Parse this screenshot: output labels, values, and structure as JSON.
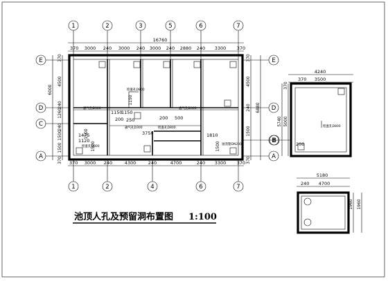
{
  "title": "池顶人孔及预留洞布置图",
  "scale": "1:100",
  "axes": {
    "top": [
      "1",
      "2",
      "3",
      "5",
      "6",
      "7"
    ],
    "bottom": [
      "1",
      "2",
      "4",
      "6",
      "7"
    ],
    "left": [
      "E",
      "D",
      "C",
      "A"
    ],
    "right": [
      "E",
      "D",
      "B",
      "A"
    ],
    "detail_right": [
      "B"
    ]
  },
  "dims": {
    "top_total": "16760",
    "top_segments": [
      "370",
      "3000",
      "240",
      "3000",
      "240",
      "3000",
      "240",
      "2880",
      "240",
      "3300",
      "370"
    ],
    "bottom_segments": [
      "370",
      "3000",
      "240",
      "4300",
      "240",
      "4700",
      "240",
      "3300",
      "370"
    ],
    "left_segments": [
      "370",
      "4500",
      "6000",
      "240",
      "1260",
      "240",
      "1500",
      "1500",
      "370"
    ],
    "right_segments": [
      "370",
      "4500",
      "6880",
      "240",
      "1500",
      "370"
    ],
    "inner": [
      "1150",
      "1150",
      "1150",
      "200",
      "200",
      "500",
      "1475",
      "1120",
      "1810",
      "1500",
      "1500",
      "1500",
      "250",
      "3750"
    ],
    "detail1": [
      "4240",
      "370",
      "3500",
      "5740",
      "5000",
      "370",
      "200"
    ],
    "detail2": [
      "5180",
      "240",
      "4700",
      "1960",
      "1960"
    ]
  },
  "notes": {
    "n1": "检查孔D800",
    "n2": "通气孔D300",
    "n3": "通气孔D300",
    "n4": "通气孔D300",
    "n5": "检查孔D800",
    "n6": "溢流管DN200",
    "n7": "检查孔D800",
    "n8": "检查孔D800"
  }
}
